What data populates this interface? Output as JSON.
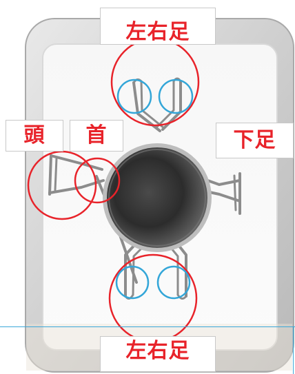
{
  "labels": {
    "left_right_foot_top": "左右足",
    "head": "頭",
    "neck": "首",
    "lower_foot": "下足",
    "left_right_foot_bottom": "左右足"
  },
  "colors": {
    "label_text": "#e8232a",
    "red_circle": "#e8232a",
    "blue_circle": "#33a6d8",
    "frame": "#c9c9c9",
    "wire": "#8c8c8c",
    "body_dark": "#2a2a2a"
  },
  "icons": {
    "specimen": "staple-insect-figure-icon"
  }
}
